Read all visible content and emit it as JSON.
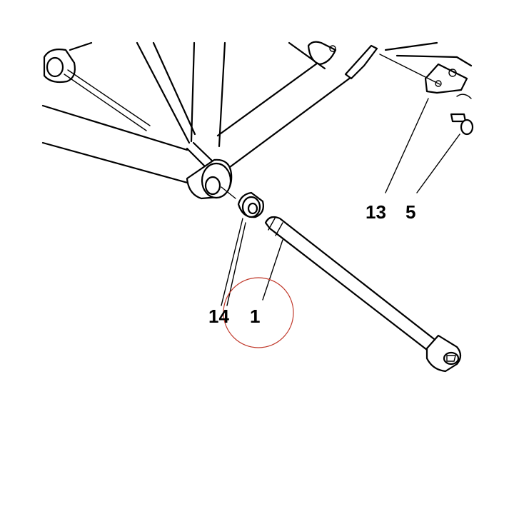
{
  "callouts": {
    "label_13": "13",
    "label_5": "5",
    "label_14": "14",
    "label_1": "1"
  },
  "colors": {
    "line": "#000000",
    "highlight_circle": "#c0392b",
    "background": "#ffffff"
  }
}
